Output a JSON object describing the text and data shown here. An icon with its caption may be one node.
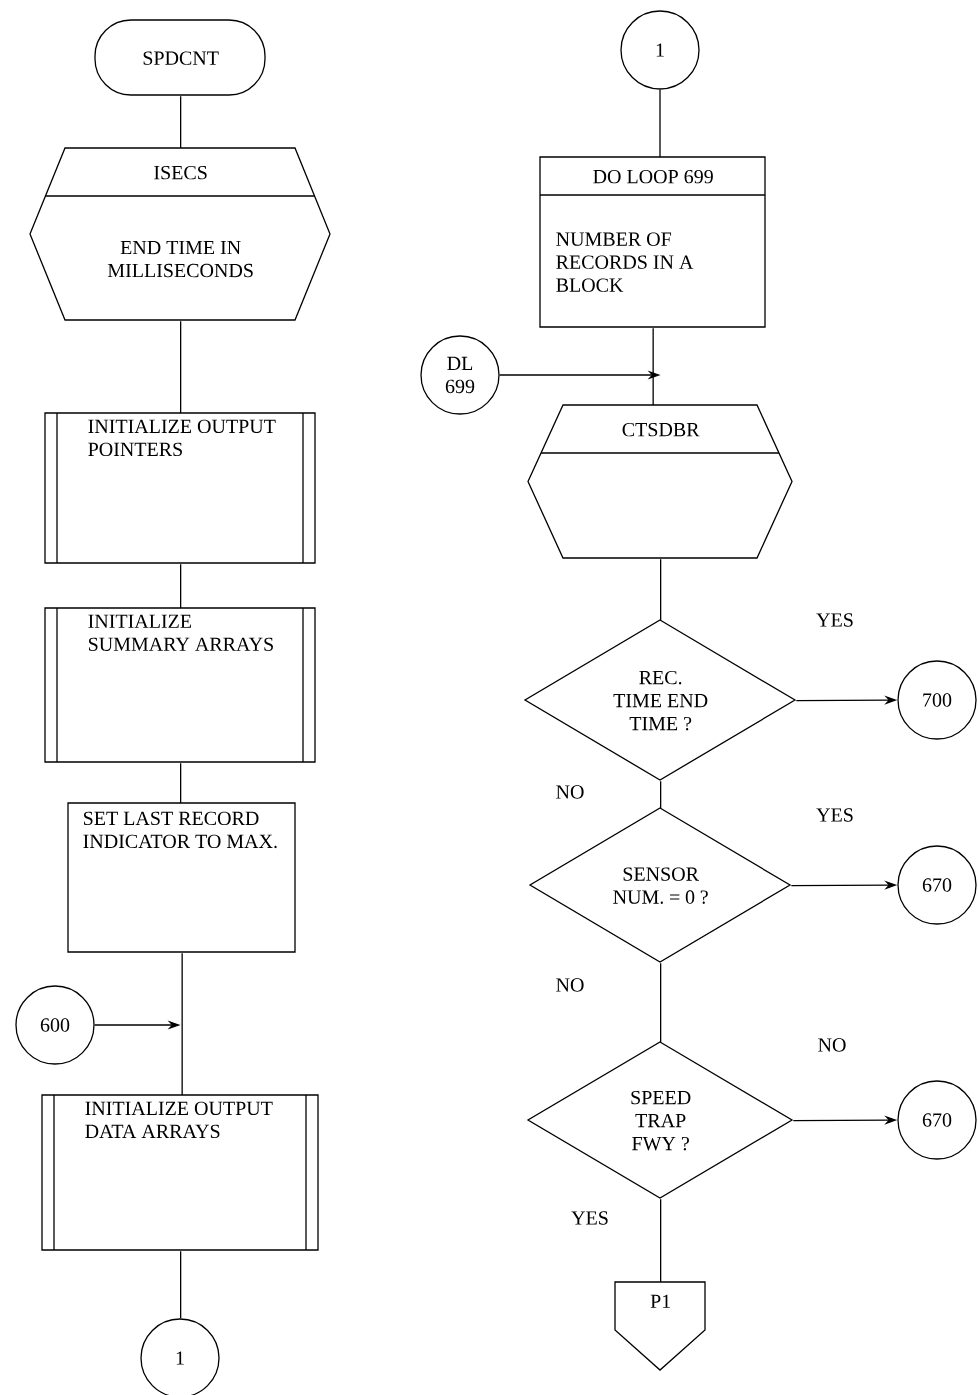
{
  "diagram": {
    "nodes": [
      {
        "text": [
          "SPDCNT"
        ]
      },
      {
        "text": [
          "ISECS",
          "END TIME IN MILLISECONDS"
        ]
      },
      {
        "text": [
          "INITIALIZE OUTPUT POINTERS"
        ]
      },
      {
        "text": [
          "INITIALIZE SUMMARY ARRAYS"
        ]
      },
      {
        "text": [
          "SET LAST RECORD INDICATOR TO MAX."
        ]
      },
      {
        "text": [
          "600"
        ]
      },
      {
        "text": [
          "INITIALIZE OUTPUT DATA ARRAYS"
        ]
      },
      {
        "text": [
          "1"
        ]
      },
      {
        "text": [
          "1"
        ]
      },
      {
        "text": [
          "DO LOOP 699",
          "NUMBER OF RECORDS IN A BLOCK"
        ]
      },
      {
        "text": [
          "DL 699"
        ]
      },
      {
        "text": [
          "CTSDBR"
        ]
      },
      {
        "text": [
          "REC. TIME END TIME ?"
        ]
      },
      {
        "text": [
          "700"
        ]
      },
      {
        "text": [
          "SENSOR NUM. = 0 ?"
        ]
      },
      {
        "text": [
          "670"
        ]
      },
      {
        "text": [
          "SPEED TRAP FWY ?"
        ]
      },
      {
        "text": [
          "670"
        ]
      },
      {
        "text": [
          "P1"
        ]
      }
    ],
    "edges": [
      {
        "from": 0,
        "to": 1,
        "arrow": "none"
      },
      {
        "from": 1,
        "to": 2,
        "arrow": "none"
      },
      {
        "from": 2,
        "to": 3,
        "arrow": "none"
      },
      {
        "from": 3,
        "to": 4,
        "arrow": "none"
      },
      {
        "from": 4,
        "to": 6,
        "arrow": "none"
      },
      {
        "from": 5,
        "to": 6,
        "arrow": "to"
      },
      {
        "from": 6,
        "to": 7,
        "arrow": "none"
      },
      {
        "from": 8,
        "to": 9,
        "arrow": "none"
      },
      {
        "from": 9,
        "to": 11,
        "arrow": "none"
      },
      {
        "from": 10,
        "to": 11,
        "arrow": "to"
      },
      {
        "from": 11,
        "to": 12,
        "arrow": "none"
      },
      {
        "from": 12,
        "to": 13,
        "arrow": "to",
        "label": "YES"
      },
      {
        "from": 12,
        "to": 14,
        "arrow": "none",
        "label": "NO"
      },
      {
        "from": 14,
        "to": 15,
        "arrow": "to",
        "label": "YES"
      },
      {
        "from": 14,
        "to": 16,
        "arrow": "none",
        "label": "NO"
      },
      {
        "from": 16,
        "to": 17,
        "arrow": "to",
        "label": "NO"
      },
      {
        "from": 16,
        "to": 18,
        "arrow": "none",
        "label": "YES"
      }
    ]
  }
}
